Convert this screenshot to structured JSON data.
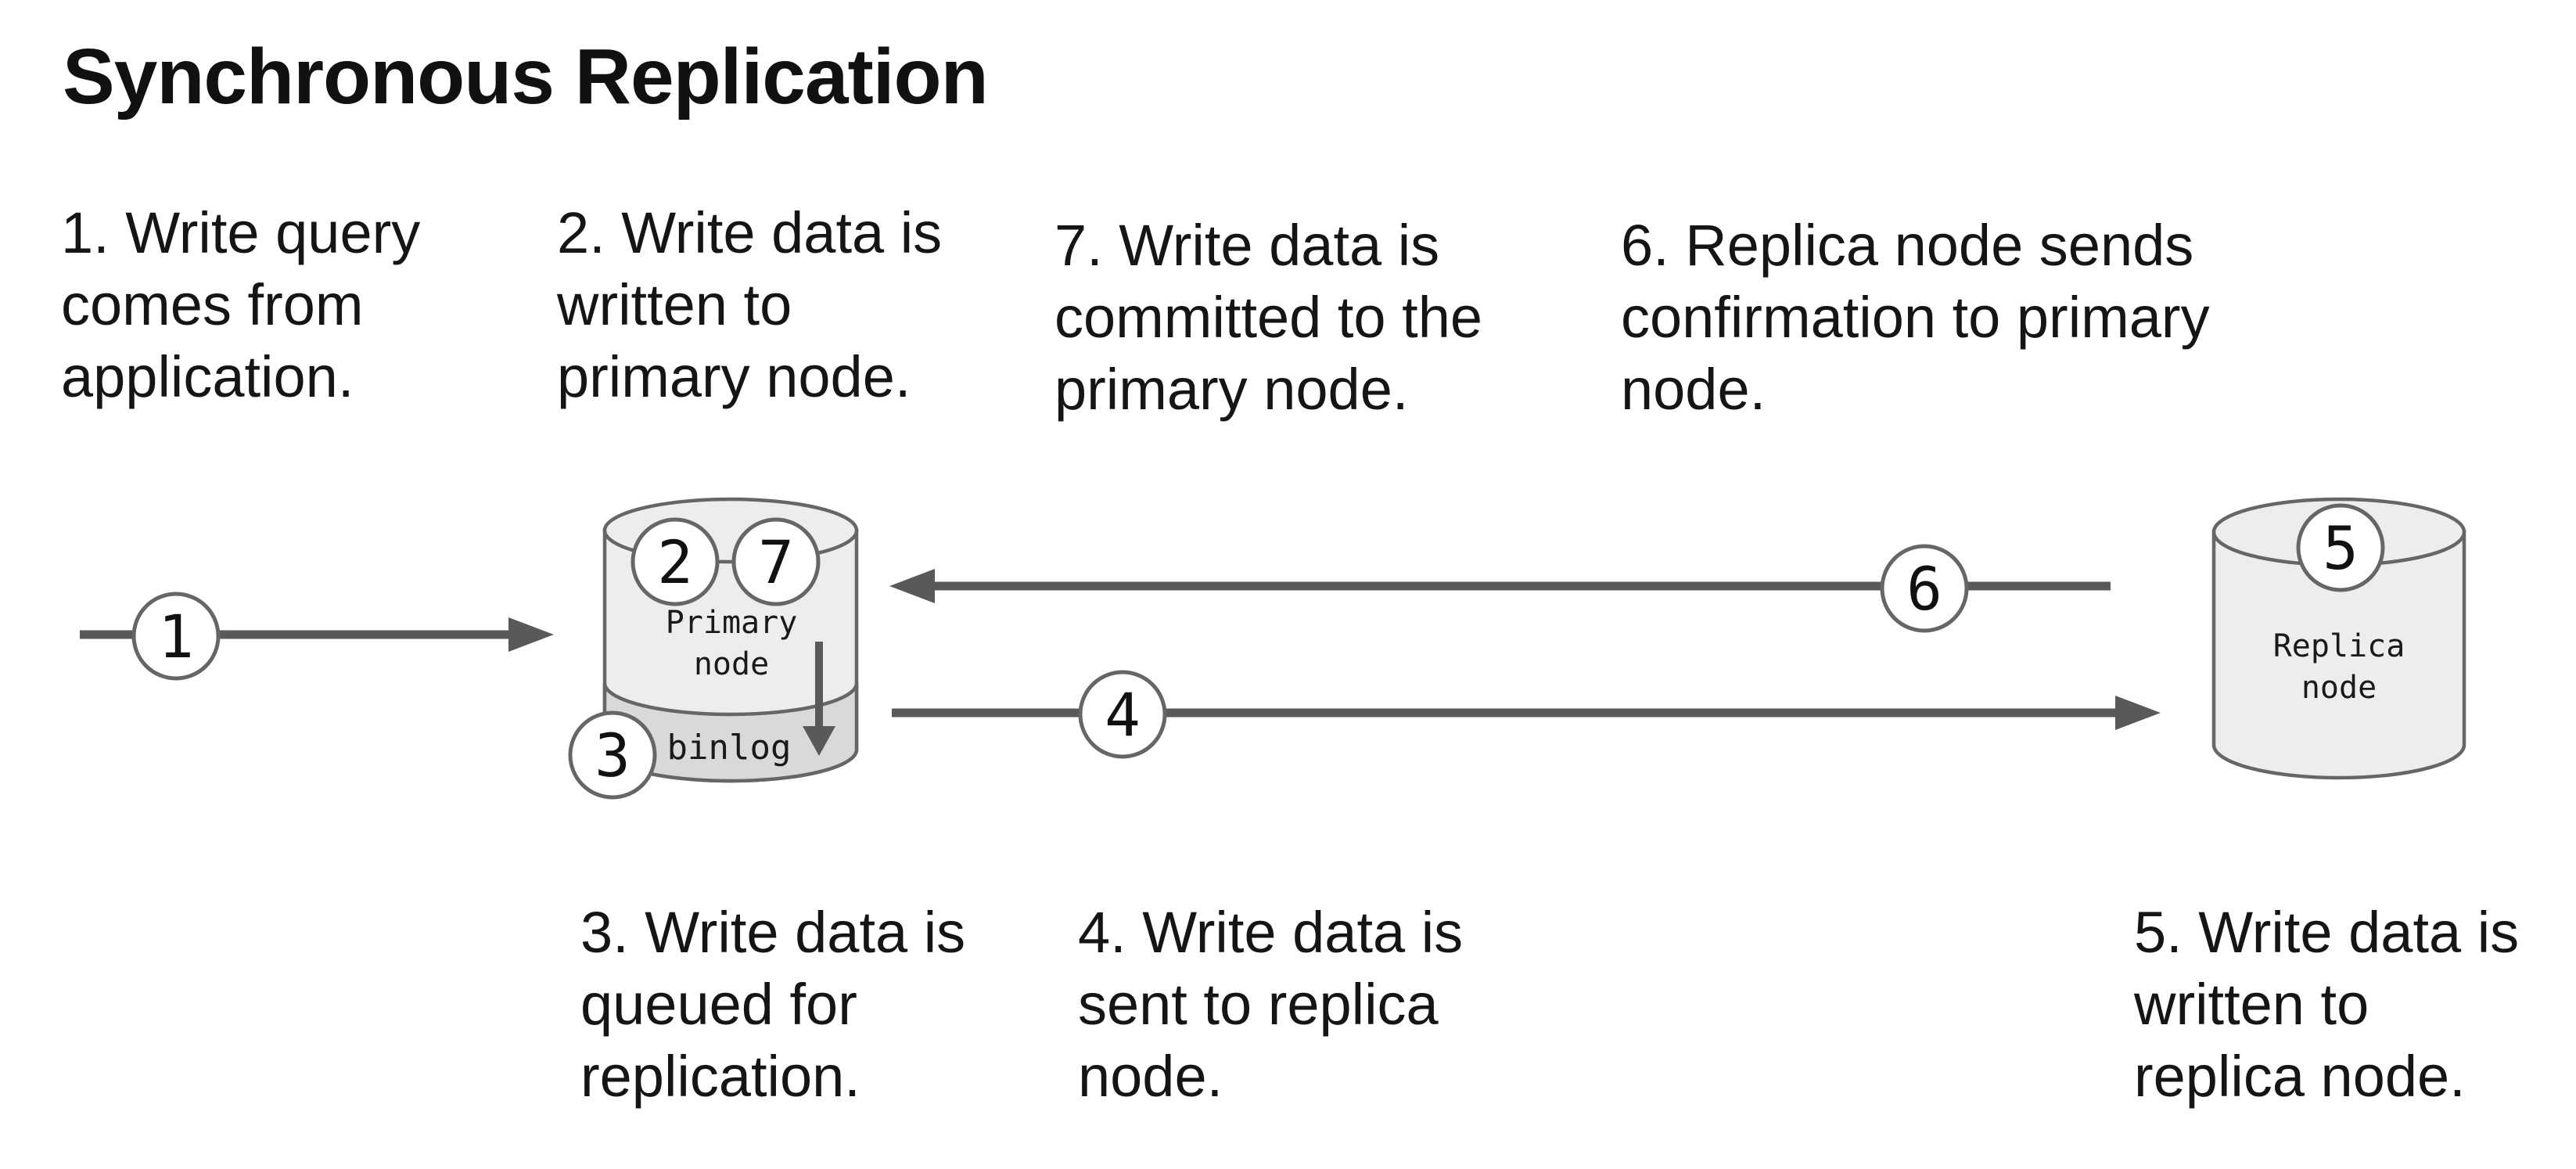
{
  "title": "Synchronous Replication",
  "steps": {
    "top": [
      {
        "id": "step-1",
        "text": "1. Write query\ncomes from\napplication."
      },
      {
        "id": "step-2",
        "text": "2. Write data is\nwritten to\nprimary node."
      },
      {
        "id": "step-7",
        "text": "7. Write data is\ncommitted to the\nprimary node."
      },
      {
        "id": "step-6",
        "text": "6. Replica node sends\nconfirmation to primary\nnode."
      }
    ],
    "bottom": [
      {
        "id": "step-3",
        "text": "3. Write data is\nqueued for\nreplication."
      },
      {
        "id": "step-4",
        "text": "4. Write data is\nsent to replica\nnode."
      },
      {
        "id": "step-5",
        "text": "5. Write data is\nwritten to\nreplica node."
      }
    ]
  },
  "nodes": {
    "primary": {
      "label": "Primary\nnode",
      "sublabel": "binlog"
    },
    "replica": {
      "label": "Replica\nnode"
    }
  },
  "markers": {
    "m1": "1",
    "m2": "2",
    "m3": "3",
    "m4": "4",
    "m5": "5",
    "m6": "6",
    "m7": "7"
  },
  "colors": {
    "background": "#ffffff",
    "text": "#151515",
    "arrow": "#595959",
    "shape_stroke": "#666666",
    "cylinder_fill": "#ededed",
    "binlog_fill": "#d9d9d9",
    "marker_fill": "#ffffff"
  }
}
